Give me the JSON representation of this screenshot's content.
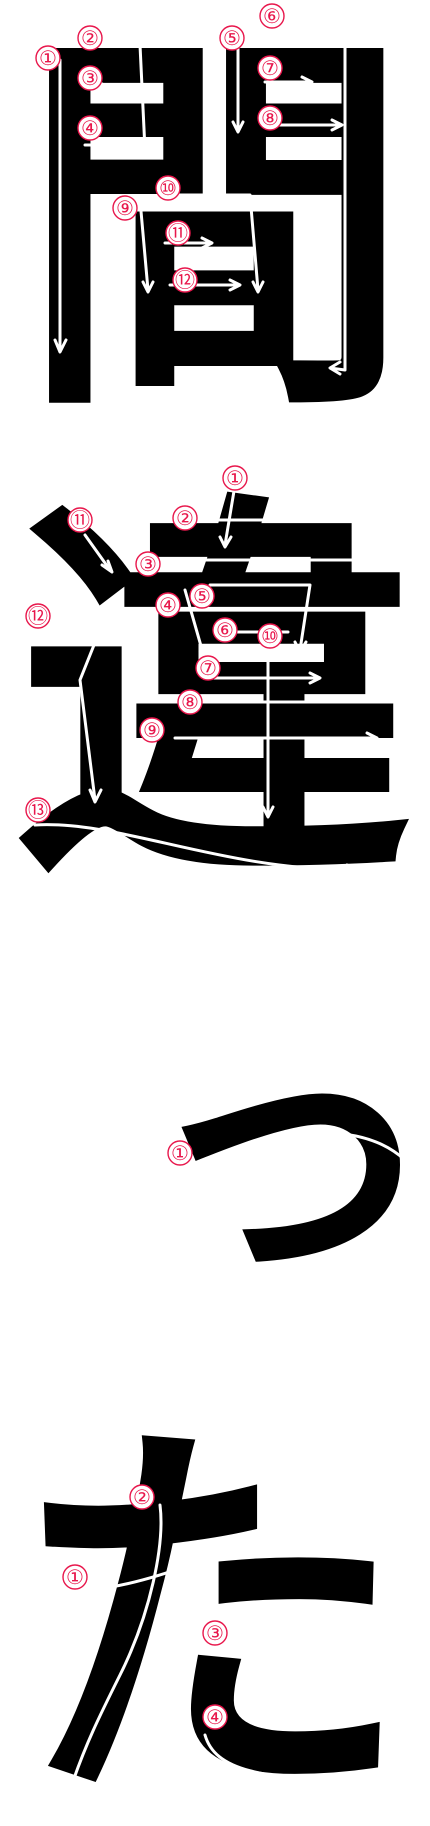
{
  "colors": {
    "glyph": "#000000",
    "stroke_number": "#e8174c",
    "arrow": "#ffffff"
  },
  "characters": [
    {
      "glyph": "間",
      "numbers": [
        "①",
        "②",
        "③",
        "④",
        "⑤",
        "⑥",
        "⑦",
        "⑧",
        "⑨",
        "⑩",
        "⑪",
        "⑫"
      ]
    },
    {
      "glyph": "違",
      "numbers": [
        "①",
        "②",
        "③",
        "④",
        "⑤",
        "⑥",
        "⑦",
        "⑧",
        "⑨",
        "⑩",
        "⑪",
        "⑫",
        "⑬"
      ]
    },
    {
      "glyph": "っ",
      "numbers": [
        "①"
      ]
    },
    {
      "glyph": "た",
      "numbers": [
        "①",
        "②",
        "③",
        "④"
      ]
    }
  ]
}
